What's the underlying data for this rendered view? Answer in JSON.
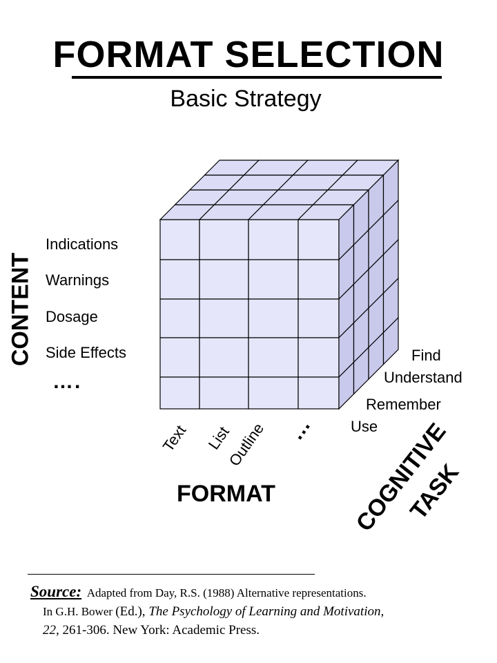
{
  "title": "FORMAT SELECTION",
  "subtitle": "Basic Strategy",
  "content_axis": {
    "label": "CONTENT",
    "items": [
      "Indications",
      "Warnings",
      "Dosage",
      "Side Effects"
    ],
    "ellipsis": "…."
  },
  "format_axis": {
    "label": "FORMAT",
    "items": [
      "Text",
      "List",
      "Outline"
    ],
    "ellipsis": "…"
  },
  "task_axis": {
    "label_line1": "COGNITIVE",
    "label_line2": "TASK",
    "items": [
      "Find",
      "Understand",
      "Remember",
      "Use"
    ]
  },
  "colors": {
    "cube_fill": "#e6e6fb",
    "cube_side": "#c9c9ec",
    "cube_top": "#dcdcf6",
    "line": "#000000"
  },
  "source": {
    "label": "Source:",
    "line1": "Adapted from Day, R.S. (1988) Alternative representations.",
    "line2_a": "In G.H. Bower ",
    "line2_b": "(Ed.), ",
    "line2_c": "The Psychology of Learning and Motivation,",
    "line3_a": "22, ",
    "line3_b": "261-306.  New York: Academic Press."
  }
}
